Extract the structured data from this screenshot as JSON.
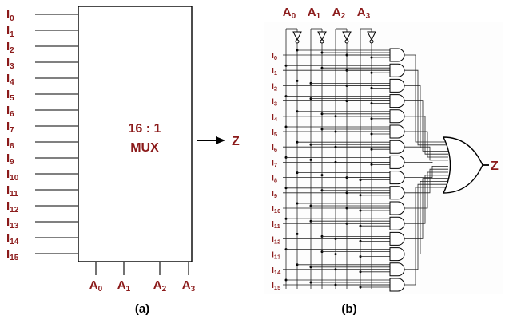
{
  "diagram_a": {
    "inputs": [
      {
        "base": "I",
        "sub": "0"
      },
      {
        "base": "I",
        "sub": "1"
      },
      {
        "base": "I",
        "sub": "2"
      },
      {
        "base": "I",
        "sub": "3"
      },
      {
        "base": "I",
        "sub": "4"
      },
      {
        "base": "I",
        "sub": "5"
      },
      {
        "base": "I",
        "sub": "6"
      },
      {
        "base": "I",
        "sub": "7"
      },
      {
        "base": "I",
        "sub": "8"
      },
      {
        "base": "I",
        "sub": "9"
      },
      {
        "base": "I",
        "sub": "10"
      },
      {
        "base": "I",
        "sub": "11"
      },
      {
        "base": "I",
        "sub": "12"
      },
      {
        "base": "I",
        "sub": "13"
      },
      {
        "base": "I",
        "sub": "14"
      },
      {
        "base": "I",
        "sub": "15"
      }
    ],
    "selects": [
      {
        "base": "A",
        "sub": "0"
      },
      {
        "base": "A",
        "sub": "1"
      },
      {
        "base": "A",
        "sub": "2"
      },
      {
        "base": "A",
        "sub": "3"
      }
    ],
    "mux_line1": "16 : 1",
    "mux_line2": "MUX",
    "output": "Z",
    "caption": "(a)"
  },
  "diagram_b": {
    "inputs": [
      {
        "base": "I",
        "sub": "0"
      },
      {
        "base": "I",
        "sub": "1"
      },
      {
        "base": "I",
        "sub": "2"
      },
      {
        "base": "I",
        "sub": "3"
      },
      {
        "base": "I",
        "sub": "4"
      },
      {
        "base": "I",
        "sub": "5"
      },
      {
        "base": "I",
        "sub": "6"
      },
      {
        "base": "I",
        "sub": "7"
      },
      {
        "base": "I",
        "sub": "8"
      },
      {
        "base": "I",
        "sub": "9"
      },
      {
        "base": "I",
        "sub": "10"
      },
      {
        "base": "I",
        "sub": "11"
      },
      {
        "base": "I",
        "sub": "12"
      },
      {
        "base": "I",
        "sub": "13"
      },
      {
        "base": "I",
        "sub": "14"
      },
      {
        "base": "I",
        "sub": "15"
      }
    ],
    "selects": [
      {
        "base": "A",
        "sub": "0"
      },
      {
        "base": "A",
        "sub": "1"
      },
      {
        "base": "A",
        "sub": "2"
      },
      {
        "base": "A",
        "sub": "3"
      }
    ],
    "output": "Z",
    "caption": "(b)"
  },
  "colors": {
    "label": "#8b1a1a",
    "line": "#000000",
    "background": "#ffffff"
  }
}
